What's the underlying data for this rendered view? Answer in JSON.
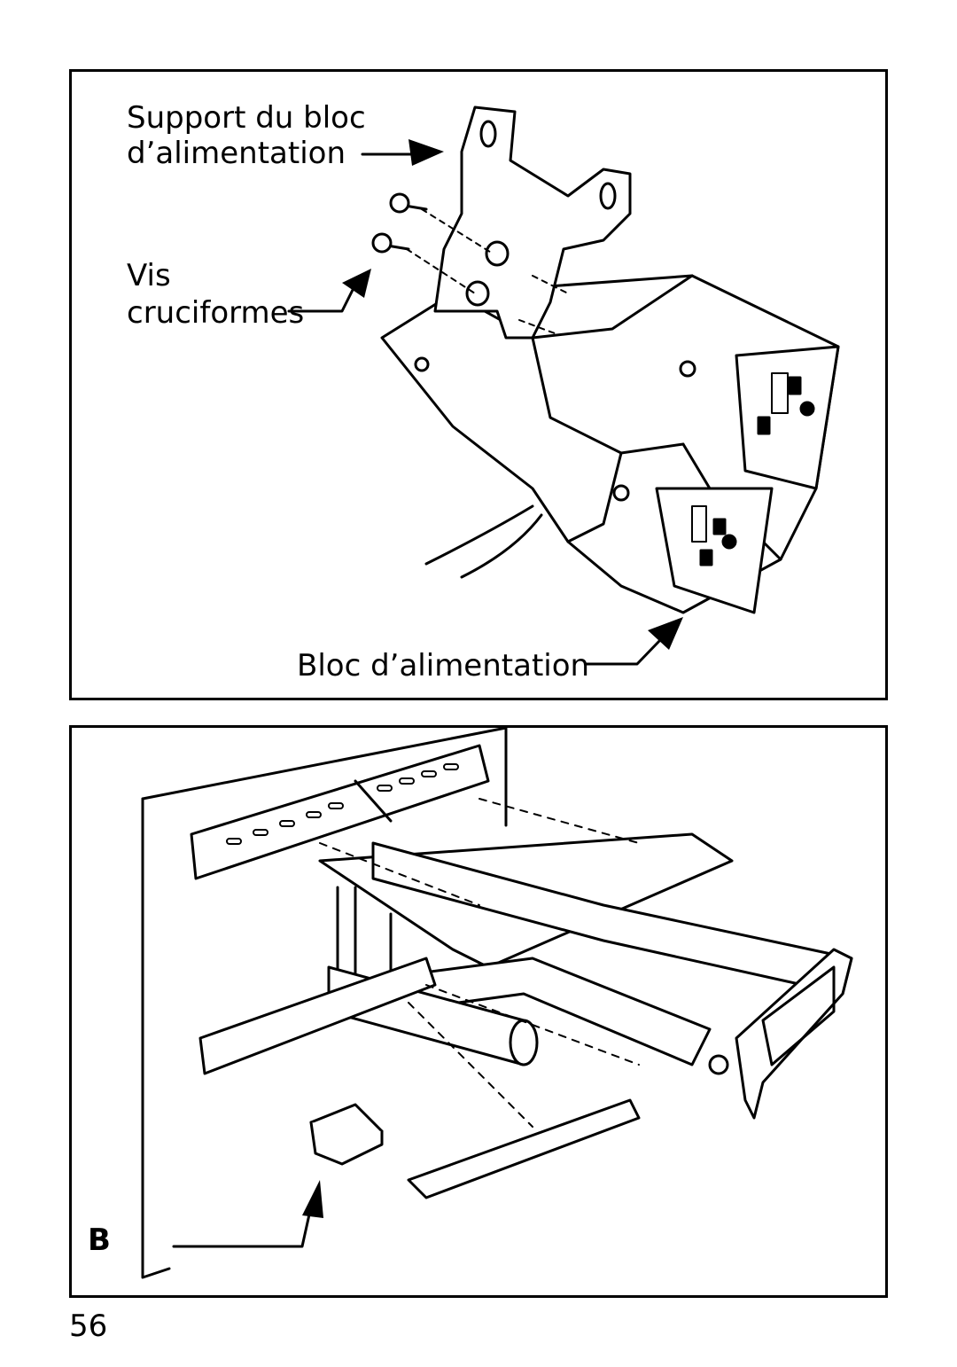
{
  "figure_a": {
    "label_bracket_line1": "Support du bloc",
    "label_bracket_line2": "d’alimentation",
    "label_screws_line1": "Vis",
    "label_screws_line2": "cruciformes",
    "label_power_block": "Bloc d’alimentation"
  },
  "figure_b": {
    "callout": "B"
  },
  "page": {
    "number": "56"
  }
}
